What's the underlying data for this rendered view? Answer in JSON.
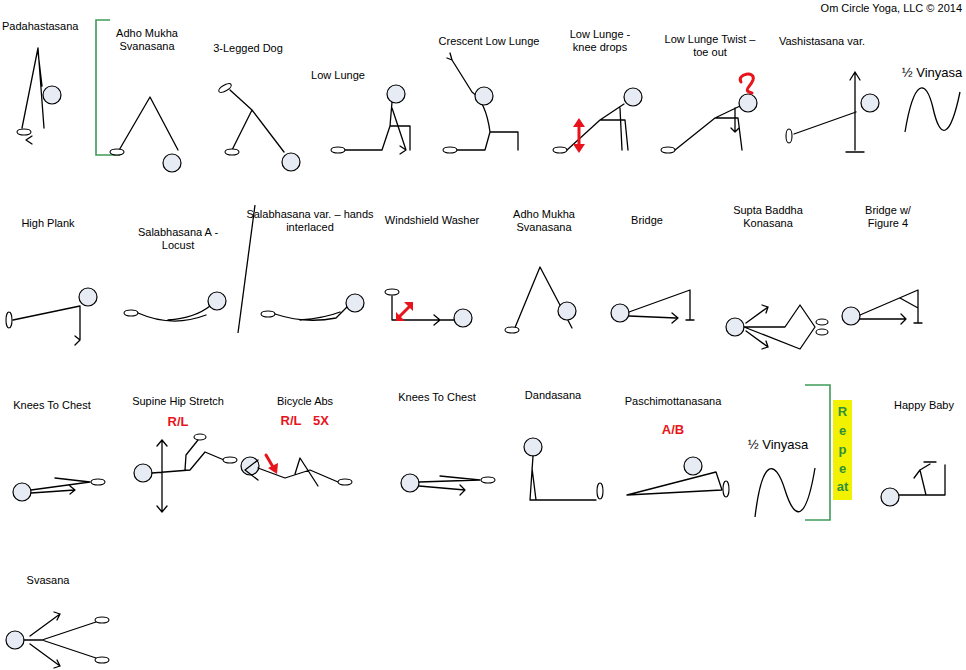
{
  "diagram": {
    "nodes": [
      {
        "text": [
          "Repeat"
        ]
      }
    ],
    "labels": [
      "Om Circle Yoga, LLC © 2014",
      "Padahastasana",
      "Adho Mukha Svanasana",
      "3-Legged Dog",
      "Low Lunge",
      "Crescent Low Lunge",
      "Low Lunge - knee drops",
      "Low Lunge Twist – toe out",
      "Vashistasana var.",
      "½ Vinyasa",
      "High Plank",
      "Salabhasana A - Locust",
      "Salabhasana var. – hands interlaced",
      "Windshield Washer",
      "Adho Mukha Svanasana",
      "Bridge",
      "Supta Baddha Konasana",
      "Bridge w/ Figure 4",
      "Knees To Chest",
      "Supine Hip Stretch",
      "R/L",
      "Bicycle Abs",
      "R/L",
      "5X",
      "Knees To Chest",
      "Dandasana",
      "Paschimottanasana",
      "A/B",
      "½ Vinyasa",
      "Happy Baby",
      "Svasana"
    ]
  }
}
